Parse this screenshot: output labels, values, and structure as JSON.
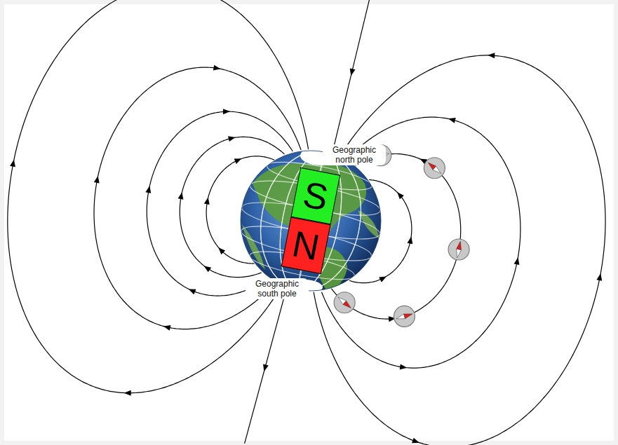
{
  "diagram": {
    "nodes": [
      {
        "text": [
          "S"
        ]
      },
      {
        "text": [
          "N"
        ]
      }
    ],
    "labels": [
      "Geographic north pole",
      "Geographic south pole"
    ]
  }
}
